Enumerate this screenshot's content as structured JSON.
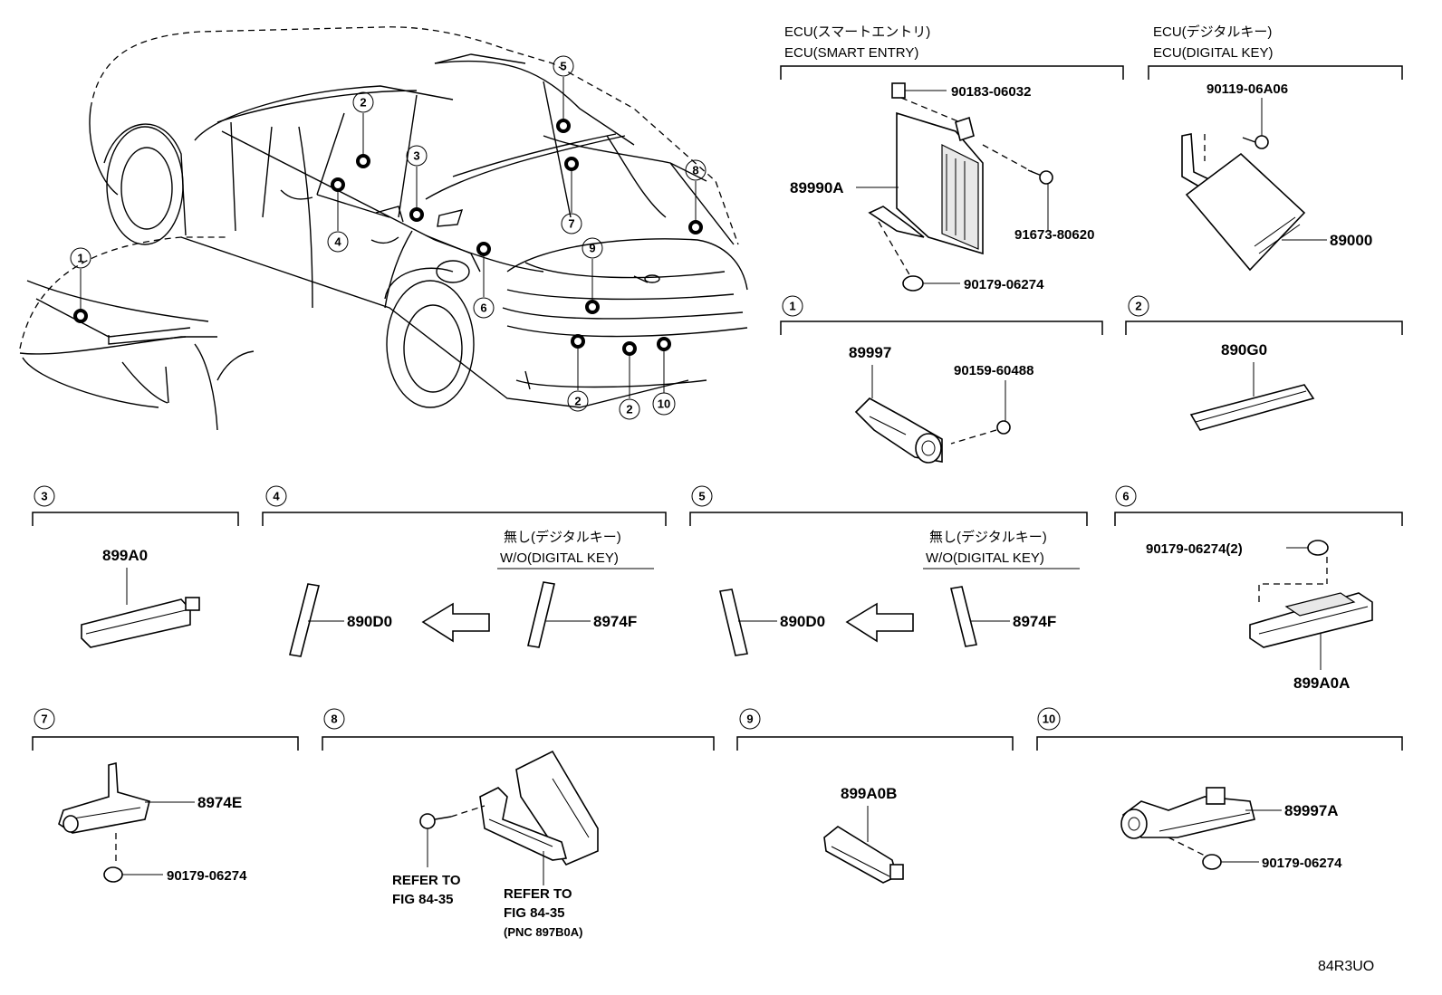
{
  "figure_code": "84R3UO",
  "headers": {
    "ecu_smart_entry_jp": "ECU(スマートエントリ)",
    "ecu_smart_entry_en": "ECU(SMART ENTRY)",
    "ecu_digital_key_jp": "ECU(デジタルキー)",
    "ecu_digital_key_en": "ECU(DIGITAL KEY)",
    "wo_digital_key_jp": "無し(デジタルキー)",
    "wo_digital_key_en": "W/O(DIGITAL KEY)"
  },
  "callouts": [
    "1",
    "2",
    "3",
    "4",
    "5",
    "6",
    "7",
    "8",
    "9",
    "10"
  ],
  "parts": {
    "p_90183_06032": "90183-06032",
    "p_89990a": "89990A",
    "p_91673_80620": "91673-80620",
    "p_90179_06274_ecu": "90179-06274",
    "p_90119_06a06": "90119-06A06",
    "p_89000": "89000",
    "p_89997": "89997",
    "p_90159_60488": "90159-60488",
    "p_890g0": "890G0",
    "p_899a0": "899A0",
    "p_890d0_a": "890D0",
    "p_8974f_a": "8974F",
    "p_890d0_b": "890D0",
    "p_8974f_b": "8974F",
    "p_90179_06274_2": "90179-06274(2)",
    "p_899a0a": "899A0A",
    "p_8974e": "8974E",
    "p_90179_06274_s7": "90179-06274",
    "p_899a0b": "899A0B",
    "p_89997a": "89997A",
    "p_90179_06274_s10": "90179-06274"
  },
  "refers": {
    "refer_to": "REFER TO",
    "fig_a": "FIG 84-35",
    "fig_b": "FIG 84-35",
    "pnc": "(PNC 897B0A)"
  }
}
